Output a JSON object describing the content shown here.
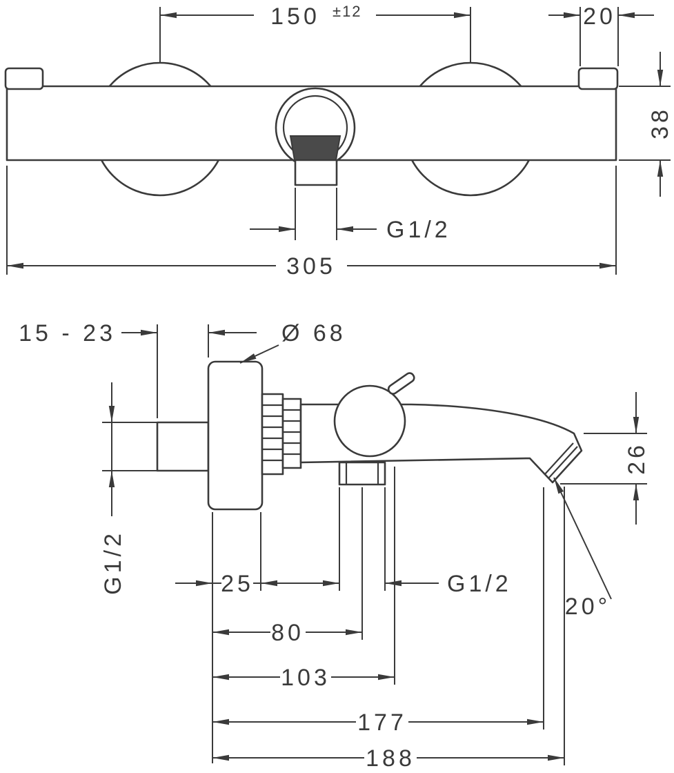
{
  "style": {
    "line_color": "#3a3a3a",
    "background": "#ffffff"
  },
  "front_view": {
    "center_distance": "150",
    "center_tolerance": "±12",
    "end_offset": "20",
    "body_height": "38",
    "outlet_thread": "G1/2",
    "total_width": "305"
  },
  "side_view": {
    "wall_depth": "15 - 23",
    "escutcheon_diameter": "Ø 68",
    "inlet_thread": "G1/2",
    "escutcheon_depth": "25",
    "outlet_thread": "G1/2",
    "outlet_center_distance": "80",
    "handle_distance": "103",
    "spout_reach_inner": "177",
    "spout_reach": "188",
    "spout_drop": "26",
    "spout_angle": "20°"
  }
}
